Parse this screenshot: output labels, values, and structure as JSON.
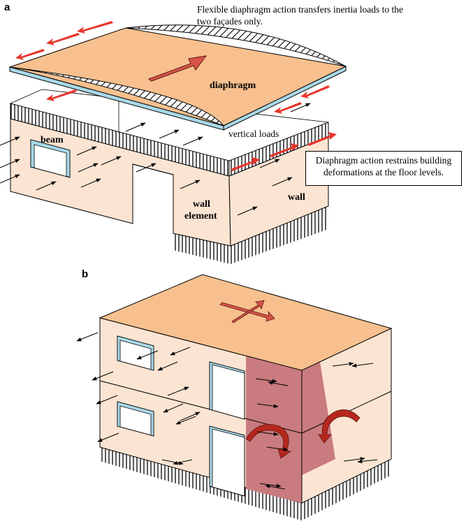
{
  "panel_a": {
    "label": "a",
    "top_note": "Flexible diaphragm action transfers inertia loads to the two façades only.",
    "right_note": "Diaphragm action restrains building deformations at the floor levels.",
    "labels": {
      "diaphragm": "diaphragm",
      "vertical_loads": "vertical loads",
      "beam": "beam",
      "wall_element": "wall element",
      "wall_element_line1": "wall",
      "wall_element_line2": "element",
      "wall": "wall"
    }
  },
  "panel_b": {
    "label": "b"
  },
  "colors": {
    "slab": "#f7c08e",
    "wall": "#fbe4d2",
    "window_frame": "#a8d8e8",
    "force_arrow": "#e8342a",
    "big_arrow": "#d9534a",
    "shear_zone": "#c97b7f",
    "rotation_arrow": "#b5271d"
  }
}
